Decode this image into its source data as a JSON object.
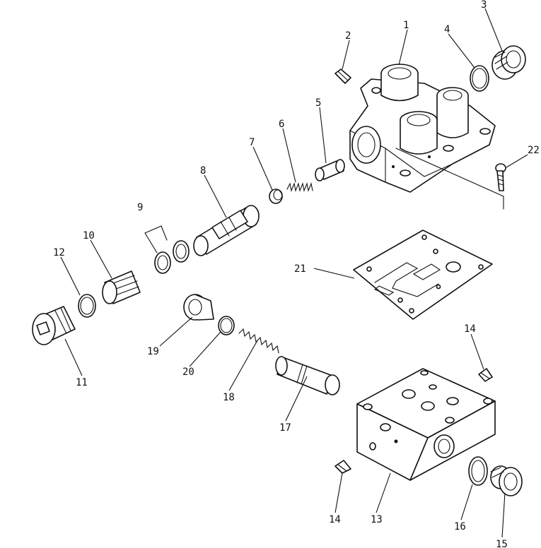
{
  "labels": {
    "p1": "1",
    "p2": "2",
    "p3": "3",
    "p4": "4",
    "p5": "5",
    "p6": "6",
    "p7": "7",
    "p8": "8",
    "p9": "9",
    "p10": "10",
    "p11": "11",
    "p12": "12",
    "p13": "13",
    "p14a": "14",
    "p14b": "14",
    "p15": "15",
    "p16": "16",
    "p17": "17",
    "p18": "18",
    "p19": "19",
    "p20": "20",
    "p21": "21",
    "p22": "22"
  }
}
